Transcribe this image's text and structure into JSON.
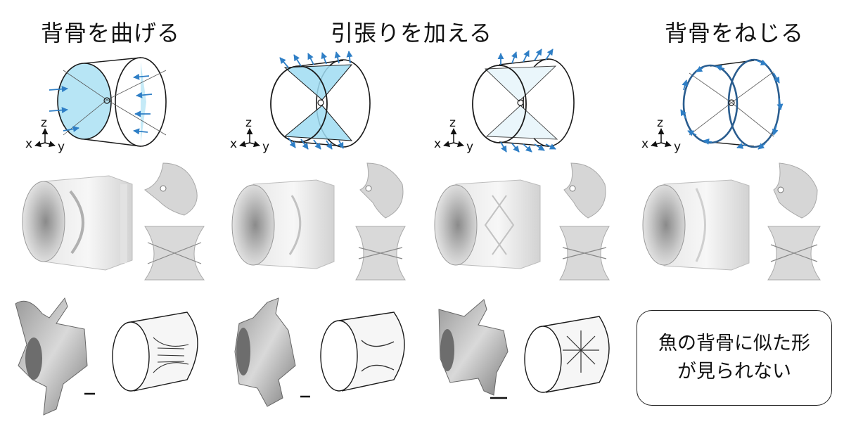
{
  "titles": {
    "bend": "背骨を曲げる",
    "tension": "引張りを加える",
    "twist": "背骨をねじる"
  },
  "axis_labels": {
    "z": "z",
    "x": "x",
    "y": "y"
  },
  "note": {
    "line1": "魚の背骨に似た形",
    "line2": "が見られない"
  },
  "colors": {
    "load_arrow": "#2f7fc6",
    "load_fill": "#9fdcf2",
    "outline": "#1a1a1a",
    "model_gray": "#cfcfcf"
  }
}
